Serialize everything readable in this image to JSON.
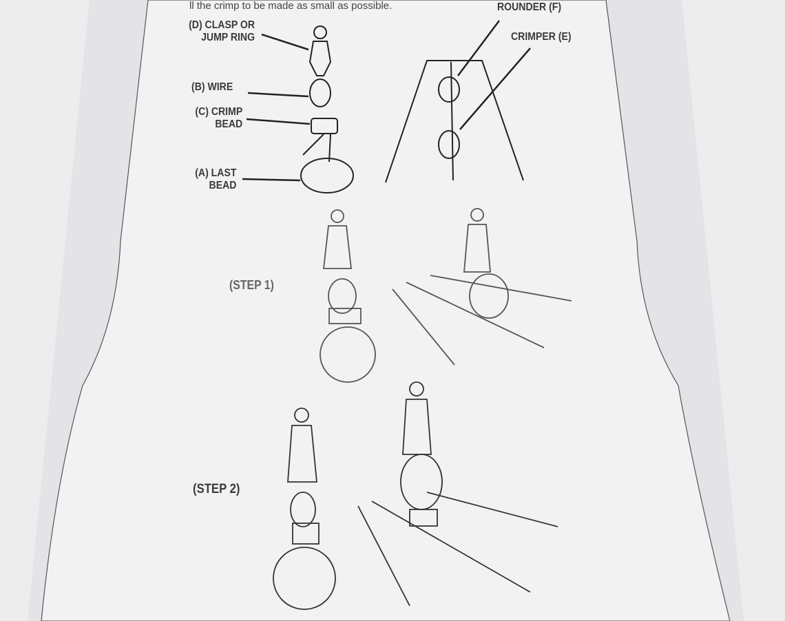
{
  "header_text": "ll the crimp to be made as small as possible.",
  "labels": {
    "clasp": [
      "(D) CLASP OR",
      "JUMP RING"
    ],
    "wire": "(B) WIRE",
    "crimp": [
      "(C) CRIMP",
      "BEAD"
    ],
    "last": [
      "(A) LAST",
      "BEAD"
    ],
    "rounder": "ROUNDER (F)",
    "crimper": "CRIMPER (E)",
    "step1": "(STEP 1)",
    "step2": "(STEP 2)"
  }
}
